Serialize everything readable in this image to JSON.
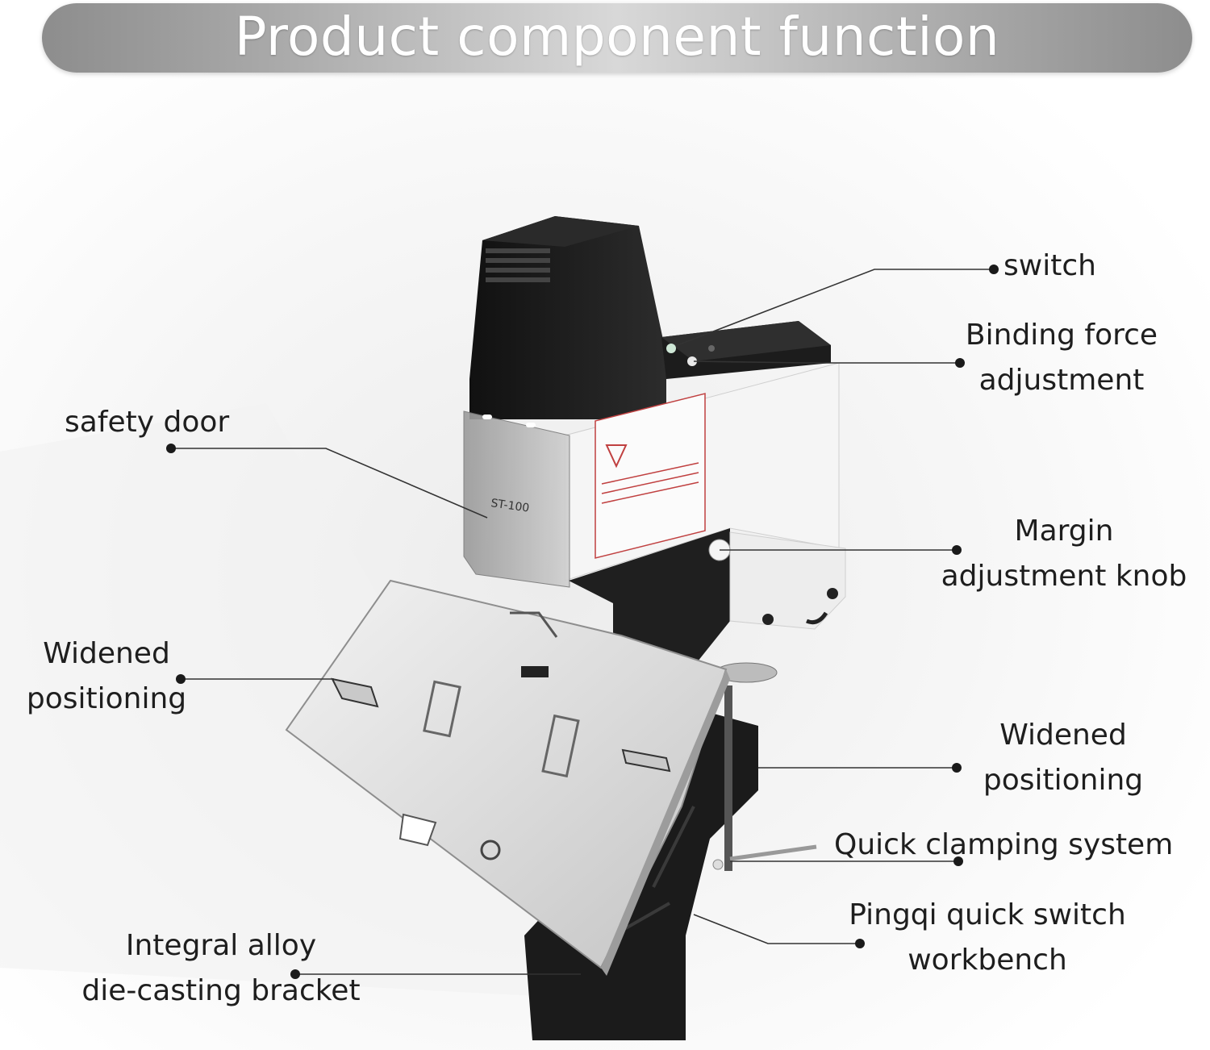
{
  "header": {
    "title": "Product component function"
  },
  "labels": {
    "switch": "switch",
    "binding_force": [
      "Binding force",
      "adjustment"
    ],
    "safety_door": "safety door",
    "margin_knob": [
      "Margin",
      "adjustment knob"
    ],
    "widened_left": [
      "Widened",
      "positioning"
    ],
    "widened_right": [
      "Widened",
      "positioning"
    ],
    "quick_clamping": "Quick clamping system",
    "pingqi": [
      "Pingqi quick switch",
      "workbench"
    ],
    "integral_alloy": [
      "Integral alloy",
      "die-casting bracket"
    ]
  },
  "product": {
    "model_text": "ST-100"
  },
  "colors": {
    "banner": "#a9a9a9",
    "body_black": "#1d1d1d",
    "leader": "#333333"
  }
}
